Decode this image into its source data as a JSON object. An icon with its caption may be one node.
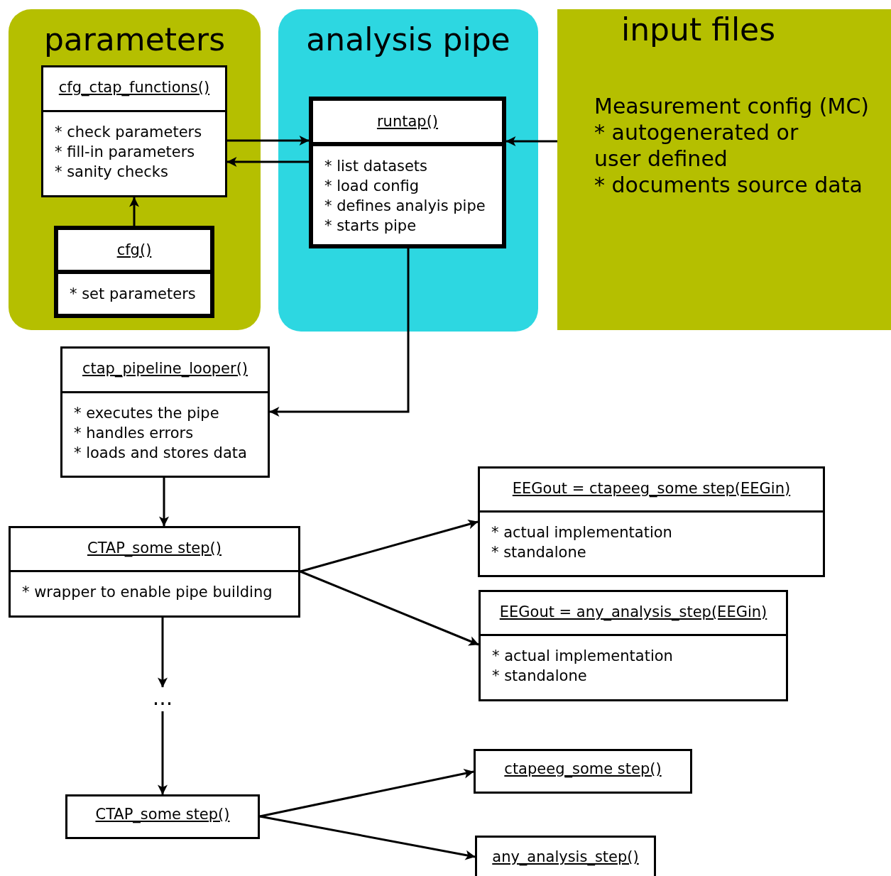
{
  "diagram": {
    "nodes": [
      {
        "text": [
          "parameters"
        ]
      },
      {
        "text": [
          "cfg_ctap_functions()",
          "* check parameters",
          "* fill-in parameters",
          "* sanity checks"
        ],
        "in": 0
      },
      {
        "text": [
          "cfg()",
          "* set parameters"
        ],
        "in": 0
      },
      {
        "text": [
          "analysis pipe"
        ]
      },
      {
        "text": [
          "runtap()",
          "* list datasets",
          "* load config",
          "* defines analyis pipe",
          "* starts pipe"
        ],
        "in": 3
      },
      {
        "text": [
          "input files",
          "Measurement config (MC)",
          "* autogenerated or user defined",
          "* documents source data"
        ]
      },
      {
        "text": [
          "ctap_pipeline_looper()",
          "* executes the pipe",
          "* handles errors",
          "* loads and stores data"
        ]
      },
      {
        "text": [
          "CTAP_some step()",
          "* wrapper to enable pipe building"
        ]
      },
      {
        "text": [
          "EEGout = ctapeeg_some step(EEGin)",
          "* actual implementation",
          "* standalone"
        ]
      },
      {
        "text": [
          "EEGout = any_analysis_step(EEGin)",
          "* actual implementation",
          "* standalone"
        ]
      },
      {
        "text": [
          "..."
        ]
      },
      {
        "text": [
          "CTAP_some step()"
        ]
      },
      {
        "text": [
          "ctapeeg_some step()"
        ]
      },
      {
        "text": [
          "any_analysis_step()"
        ]
      }
    ],
    "edges": [
      {
        "from": 1,
        "to": 4,
        "arrow": "to"
      },
      {
        "from": 4,
        "to": 1,
        "arrow": "to"
      },
      {
        "from": 2,
        "to": 1,
        "arrow": "to"
      },
      {
        "from": 5,
        "to": 4,
        "arrow": "to"
      },
      {
        "from": 4,
        "to": 6,
        "arrow": "to"
      },
      {
        "from": 6,
        "to": 7,
        "arrow": "to"
      },
      {
        "from": 7,
        "to": 8,
        "arrow": "to"
      },
      {
        "from": 7,
        "to": 9,
        "arrow": "to"
      },
      {
        "from": 7,
        "to": 10,
        "arrow": "to"
      },
      {
        "from": 10,
        "to": 11,
        "arrow": "to"
      },
      {
        "from": 11,
        "to": 12,
        "arrow": "to"
      },
      {
        "from": 11,
        "to": 13,
        "arrow": "to"
      }
    ]
  }
}
